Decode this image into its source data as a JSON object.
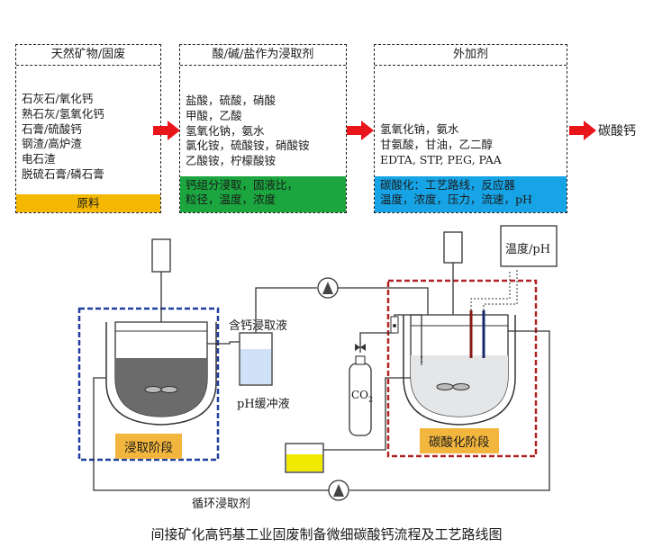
{
  "boxes": [
    {
      "title": "天然矿物/固废",
      "lines": [
        "石灰石/氧化钙",
        "熟石灰/氢氧化钙",
        "石膏/硫酸钙",
        "钢渣/高炉渣",
        "电石渣",
        "脱硫石膏/磷石膏"
      ],
      "band": [
        "原料"
      ],
      "band_color": "#f5b800"
    },
    {
      "title": "酸/碱/盐作为浸取剂",
      "lines": [
        "盐酸，硫酸，硝酸",
        "甲酸，乙酸",
        "氢氧化钠，氨水",
        "氯化铵，硫酸铵，硝酸铵",
        "乙酸铵，柠檬酸铵"
      ],
      "band": [
        "钙组分浸取，固液比，",
        "粒径，温度，浓度"
      ],
      "band_color": "#1ba63f"
    },
    {
      "title": "外加剂",
      "lines": [
        "氢氧化钠，氨水",
        "甘氨酸，甘油，乙二醇",
        "EDTA, STP, PEG, PAA"
      ],
      "band": [
        "碳酸化：工艺路线，反应器",
        "温度，浓度，压力，流速，pH"
      ],
      "band_color": "#17a4e6"
    }
  ],
  "product": "碳酸钙",
  "apparatus": {
    "leach_stage": "浸取阶段",
    "carbonation_stage": "碳酸化阶段",
    "calcium_liquid": "含钙浸取液",
    "buffer": "pH缓冲液",
    "co2": "CO",
    "co2_sub": "2",
    "temp_ph": "温度/pH",
    "recycle": "循环浸取剂"
  },
  "caption": "间接矿化高钙基工业固废制备微细碳酸钙流程及工艺路线图",
  "colors": {
    "arrow": "#e8151b",
    "leach_frame": "#1f3f9e",
    "carb_frame": "#b22222",
    "stage_label": "#f2b63f",
    "buffer_liquid": "#cfe2f7",
    "tank_liquid": "#6b6b6b",
    "carb_liquid": "#e4e6e8"
  }
}
